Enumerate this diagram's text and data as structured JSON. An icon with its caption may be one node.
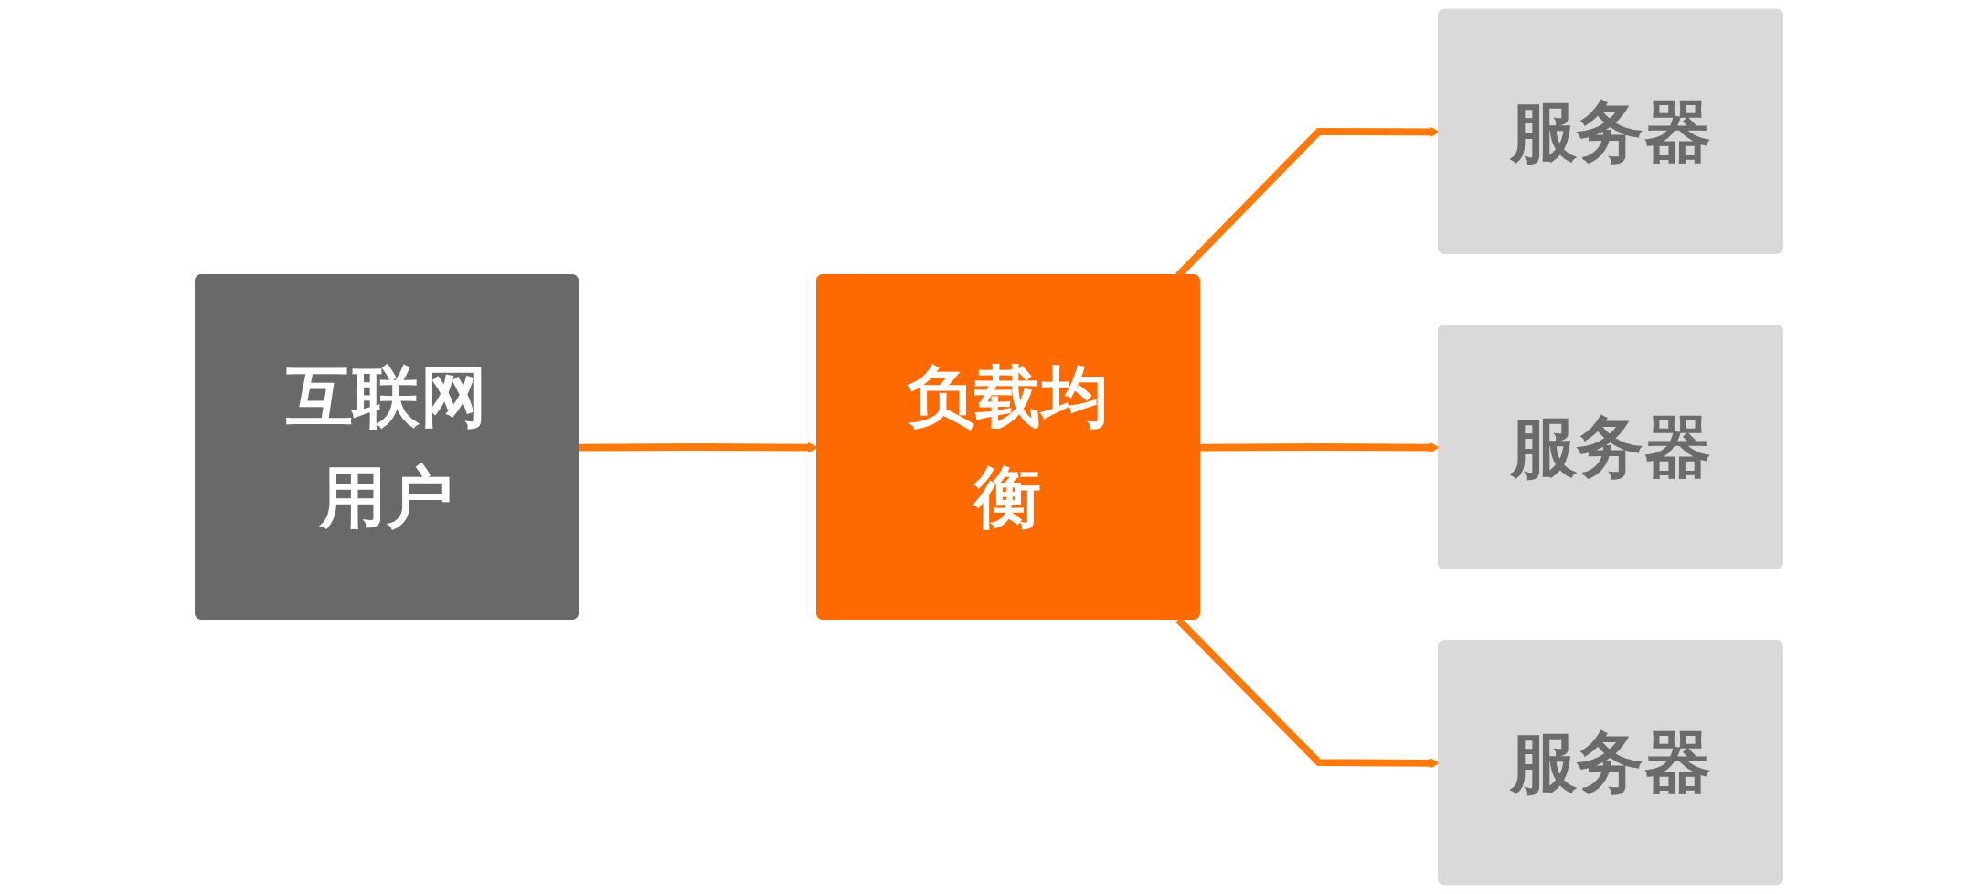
{
  "diagram": {
    "nodes": [
      {
        "text": [
          "互联网用户"
        ]
      },
      {
        "text": [
          "负载均衡"
        ]
      },
      {
        "text": [
          "服务器"
        ]
      },
      {
        "text": [
          "服务器"
        ]
      },
      {
        "text": [
          "服务器"
        ]
      }
    ],
    "edges": [
      {
        "from": 0,
        "to": 1,
        "arrow": "to"
      },
      {
        "from": 1,
        "to": 2,
        "arrow": "to"
      },
      {
        "from": 1,
        "to": 3,
        "arrow": "to"
      },
      {
        "from": 1,
        "to": 4,
        "arrow": "to"
      }
    ]
  }
}
